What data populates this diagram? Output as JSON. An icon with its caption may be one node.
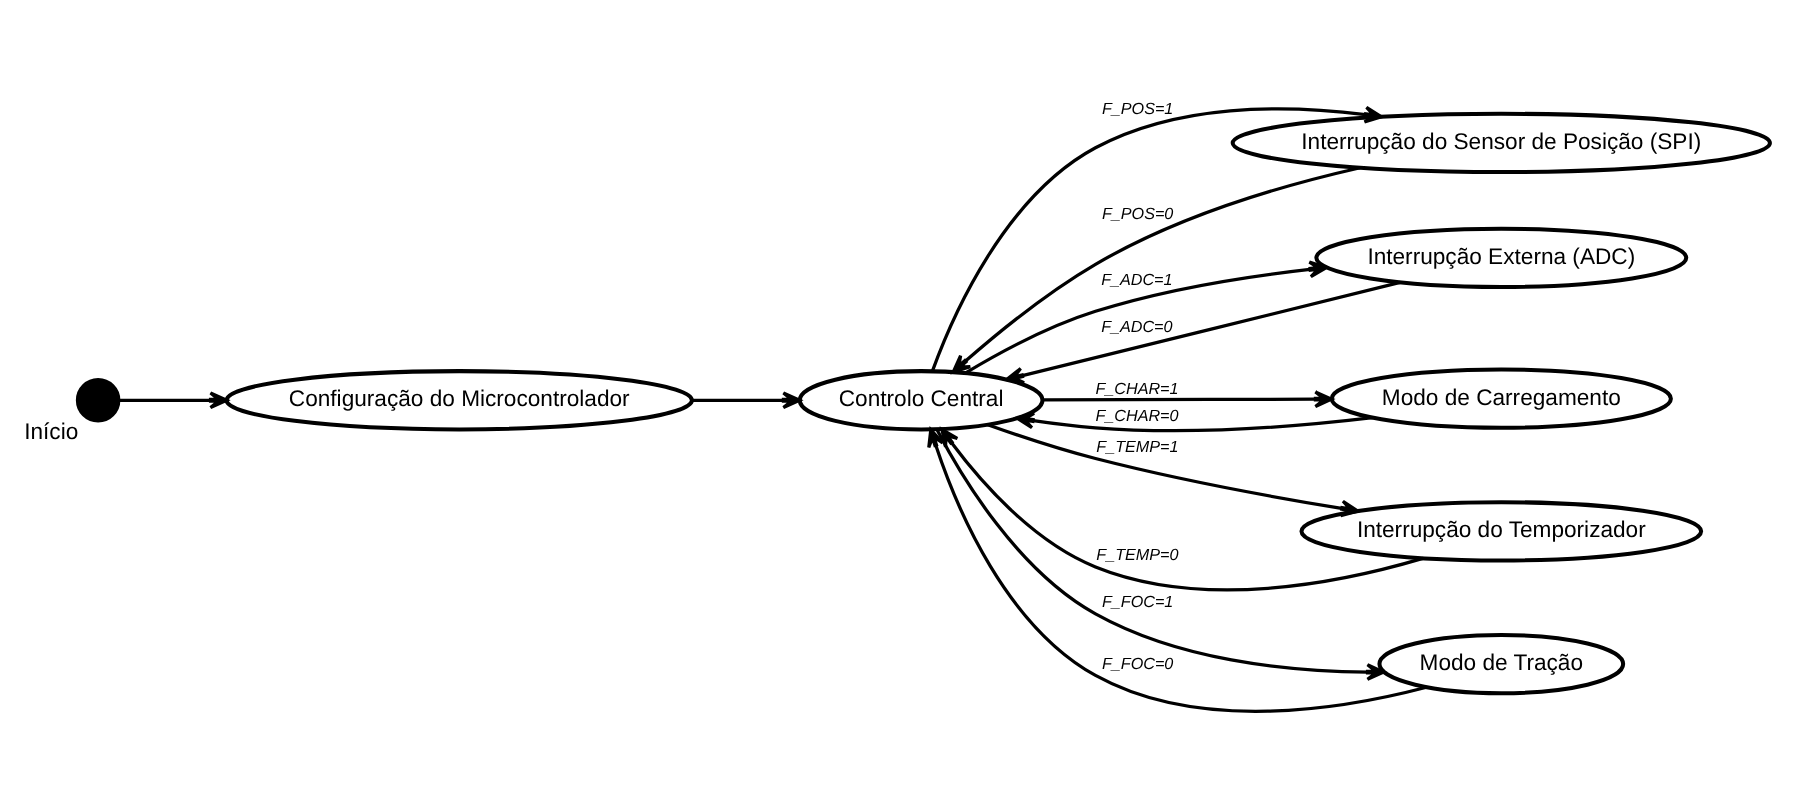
{
  "diagram": {
    "nodes": [
      {
        "text": [],
        "shape": "circle",
        "beside": [
          "Início"
        ]
      },
      {
        "text": [
          "Configuração do Microcontrolador"
        ]
      },
      {
        "text": [
          "Interrupção do Sensor de Posição (SPI)"
        ]
      },
      {
        "text": [
          "Interrupção Externa (ADC)"
        ]
      },
      {
        "text": [
          "Controlo Central"
        ]
      },
      {
        "text": [
          "Modo de Carregamento"
        ]
      },
      {
        "text": [
          "Interrupção do Temporizador"
        ]
      },
      {
        "text": [
          "Modo de Tração"
        ]
      }
    ],
    "edges": [
      {
        "from": 0,
        "to": 1,
        "arrow": "to"
      },
      {
        "from": 1,
        "to": 4,
        "arrow": "to"
      },
      {
        "from": 4,
        "to": 2,
        "arrow": "to",
        "label": "F_POS=1"
      },
      {
        "from": 2,
        "to": 4,
        "arrow": "to",
        "label": "F_POS=0"
      },
      {
        "from": 3,
        "to": 4,
        "arrow": "to",
        "label": "F_ADC=0"
      },
      {
        "from": 4,
        "to": 3,
        "arrow": "to",
        "label": "F_ADC=1"
      },
      {
        "from": 4,
        "to": 5,
        "arrow": "to",
        "label": "F_CHAR=1"
      },
      {
        "from": 5,
        "to": 4,
        "arrow": "to",
        "label": "F_CHAR=0"
      },
      {
        "from": 6,
        "to": 4,
        "arrow": "to",
        "label": "F_TEMP=0"
      },
      {
        "from": 4,
        "to": 6,
        "arrow": "to",
        "label": "F_TEMP=1"
      },
      {
        "from": 4,
        "to": 7,
        "arrow": "to",
        "label": "F_FOC=1"
      },
      {
        "from": 7,
        "to": 4,
        "arrow": "to",
        "label": "F_FOC=0"
      }
    ]
  }
}
